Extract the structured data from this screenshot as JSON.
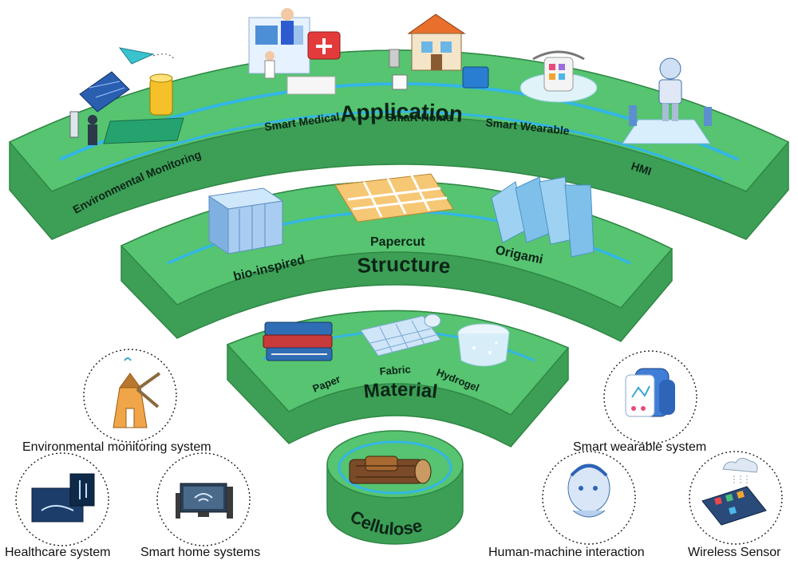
{
  "arcs": {
    "application": {
      "title": "Application",
      "items": [
        "Environmental Monitoring",
        "Smart Medical",
        "Smart Home",
        "Smart Wearable",
        "HMI"
      ]
    },
    "structure": {
      "title": "Structure",
      "items": [
        "bio-inspired",
        "Papercut",
        "Origami"
      ]
    },
    "material": {
      "title": "Material",
      "items": [
        "Paper",
        "Fabric",
        "Hydrogel"
      ]
    },
    "base": {
      "title": "Cellulose"
    }
  },
  "systems": [
    "Environmental monitoring system",
    "Healthcare system",
    "Smart home systems",
    "Smart wearable system",
    "Human-machine interaction",
    "Wireless Sensor"
  ],
  "colors": {
    "arc_top": "#56c470",
    "arc_side": "#3c9f55",
    "arc_edge": "#2f8745",
    "track": "#33b6e6",
    "text": "#0c2418"
  }
}
